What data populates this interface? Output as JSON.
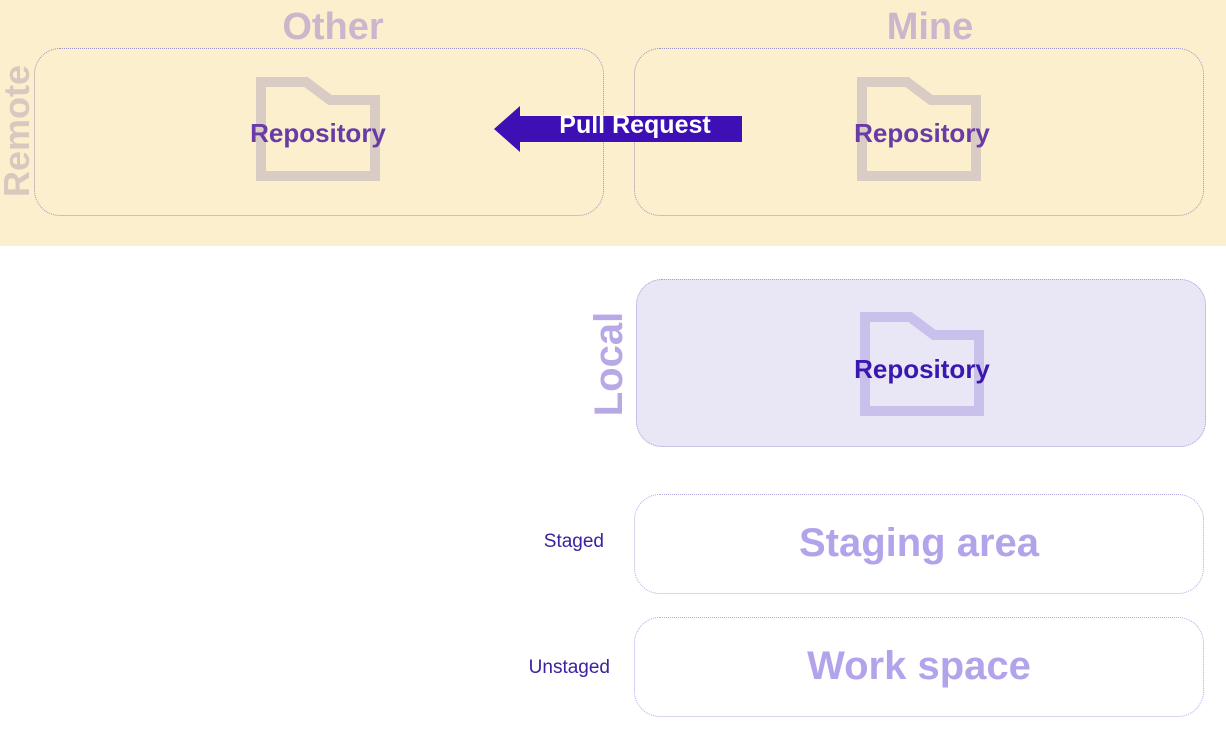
{
  "remote": {
    "label": "Remote"
  },
  "columns": {
    "other": "Other",
    "mine": "Mine"
  },
  "repositories": {
    "other": "Repository",
    "mine": "Repository",
    "local": "Repository"
  },
  "pull_request": {
    "label": "Pull Request"
  },
  "local": {
    "label": "Local"
  },
  "areas": {
    "staging": "Staging area",
    "work": "Work space"
  },
  "states": {
    "staged": "Staged",
    "unstaged": "Unstaged"
  },
  "icons": {
    "repository_folder": "folder-icon",
    "pull_request_arrow": "arrow-left-icon"
  },
  "colors": {
    "remote_background": "#fbefcd",
    "local_panel_background": "#e9e6f6",
    "arrow": "#3d0fb5",
    "remote_folder": "#d8ccc4",
    "local_folder": "#c9c0ec"
  }
}
